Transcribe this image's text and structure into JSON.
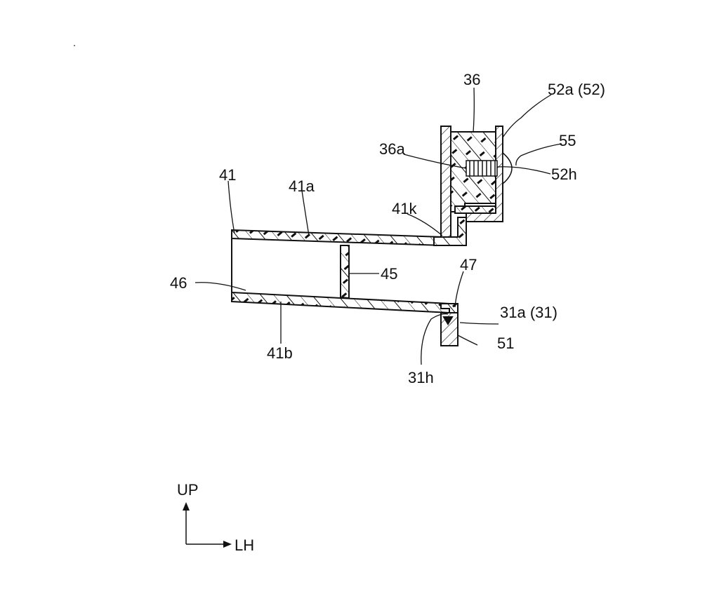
{
  "figure": {
    "labels": {
      "l36": "36",
      "l52a": "52a (52)",
      "l55": "55",
      "l36a": "36a",
      "l52h": "52h",
      "l41": "41",
      "l41a": "41a",
      "l41k": "41k",
      "l46": "46",
      "l45": "45",
      "l47": "47",
      "l31a": "31a (31)",
      "l51": "51",
      "l41b": "41b",
      "l31h": "31h"
    },
    "orientation": {
      "up": "UP",
      "lh": "LH"
    }
  }
}
